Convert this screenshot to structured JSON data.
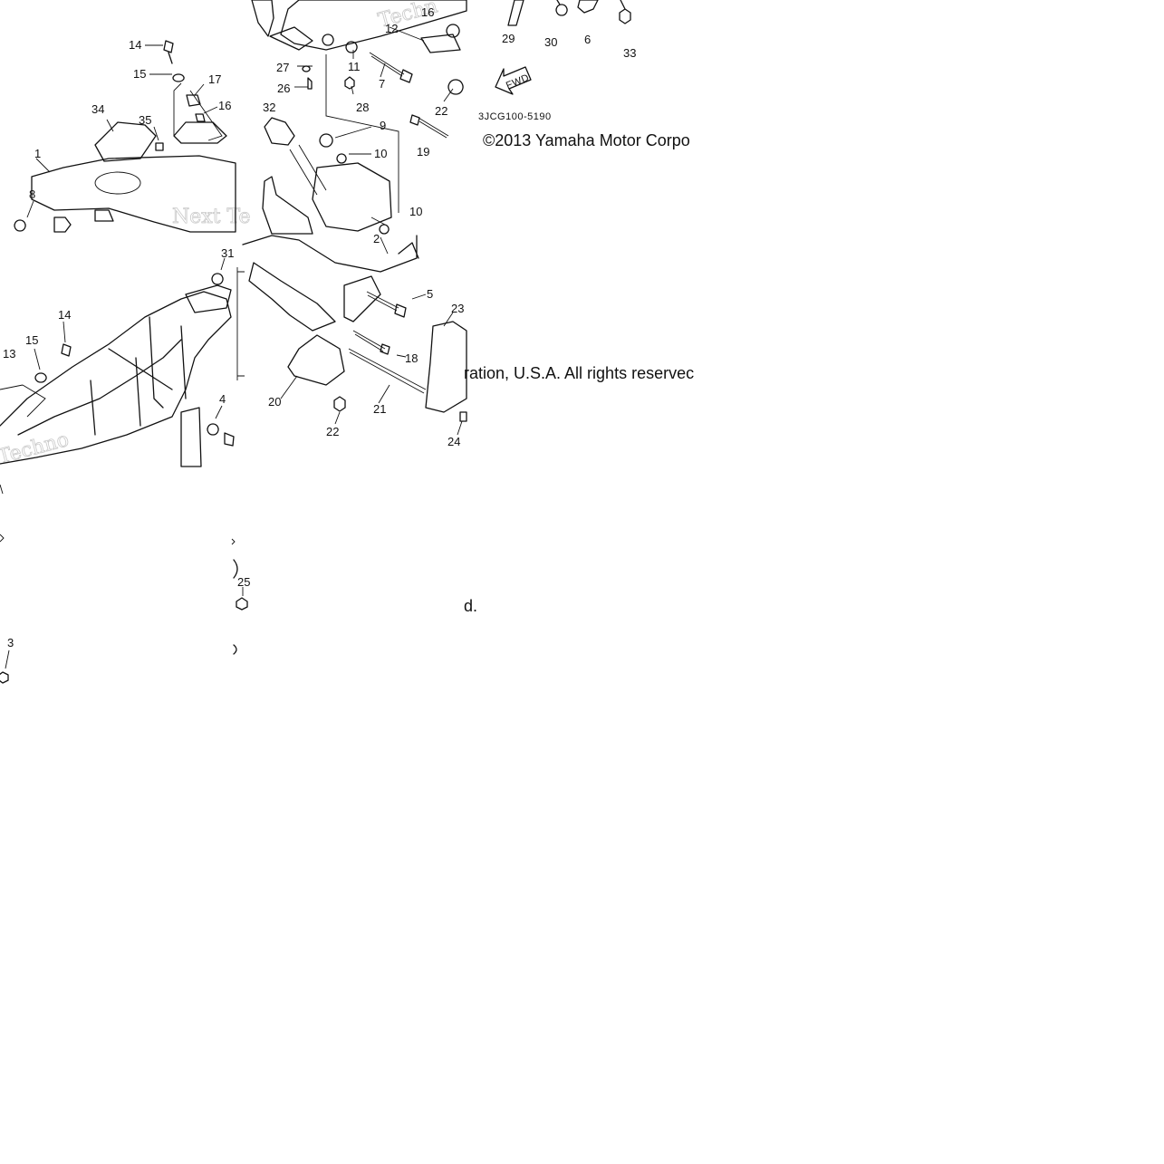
{
  "diagram": {
    "part_numbers": {
      "p1": "1",
      "p2": "2",
      "p3": "3",
      "p4": "4",
      "p5": "5",
      "p6": "6",
      "p7": "7",
      "p8": "8",
      "p9": "9",
      "p10a": "10",
      "p10b": "10",
      "p11": "11",
      "p12": "12",
      "p13": "13",
      "p14a": "14",
      "p14b": "14",
      "p15a": "15",
      "p15b": "15",
      "p16a": "16",
      "p16b": "16",
      "p17": "17",
      "p18": "18",
      "p19": "19",
      "p20": "20",
      "p21": "21",
      "p22a": "22",
      "p22b": "22",
      "p23": "23",
      "p24": "24",
      "p25": "25",
      "p26": "26",
      "p27": "27",
      "p28": "28",
      "p29": "29",
      "p30": "30",
      "p31": "31",
      "p32": "32",
      "p33": "33",
      "p34": "34",
      "p35": "35"
    },
    "diagram_code": "3JCG100-5190",
    "fwd_label": "FWD",
    "copyright_line1": "©2013 Yamaha Motor Corpo",
    "copyright_line2": "ration, U.S.A. All rights reservec",
    "copyright_tail": "d.",
    "watermarks": {
      "w1": "Techn",
      "w2": "Next Te",
      "w3": "Techno"
    }
  }
}
